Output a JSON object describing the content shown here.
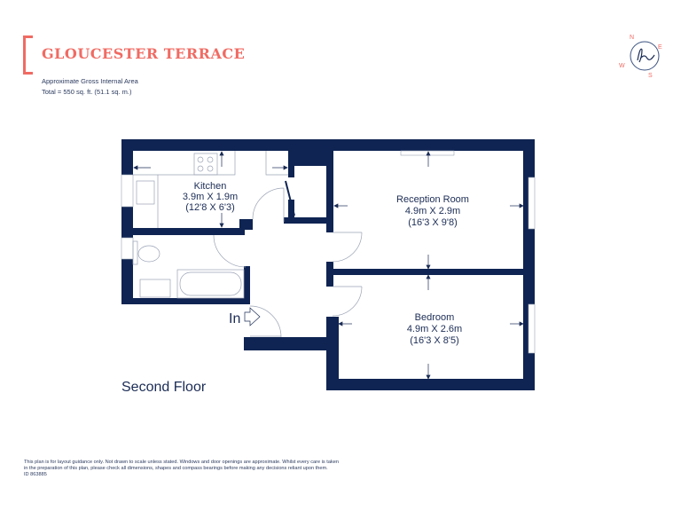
{
  "header": {
    "title": "GLOUCESTER TERRACE",
    "area_label": "Approximate Gross Internal Area",
    "area_total": "Total  =  550 sq. ft. (51.1 sq. m.)"
  },
  "compass": {
    "n": "N",
    "e": "E",
    "s": "S",
    "w": "W"
  },
  "rooms": {
    "kitchen": {
      "name": "Kitchen",
      "metric": "3.9m X 1.9m",
      "imperial": "(12'8 X 6'3)"
    },
    "reception": {
      "name": "Reception Room",
      "metric": "4.9m X 2.9m",
      "imperial": "(16'3 X 9'8)"
    },
    "bedroom": {
      "name": "Bedroom",
      "metric": "4.9m X 2.6m",
      "imperial": "(16'3 X 8'5)"
    }
  },
  "entrance_label": "In",
  "floor_label": "Second Floor",
  "footer": {
    "line1": "This plan is for layout guidance only. Not drawn to scale unless stated. Windows and door openings are approximate. Whilst every care is taken",
    "line2": "in the preparation of this plan, please check all dimensions, shapes and compass bearings before making any decisions reliant upon them.",
    "id": "ID 863885"
  },
  "colors": {
    "wall": "#0f2452",
    "accent": "#f06b63"
  }
}
